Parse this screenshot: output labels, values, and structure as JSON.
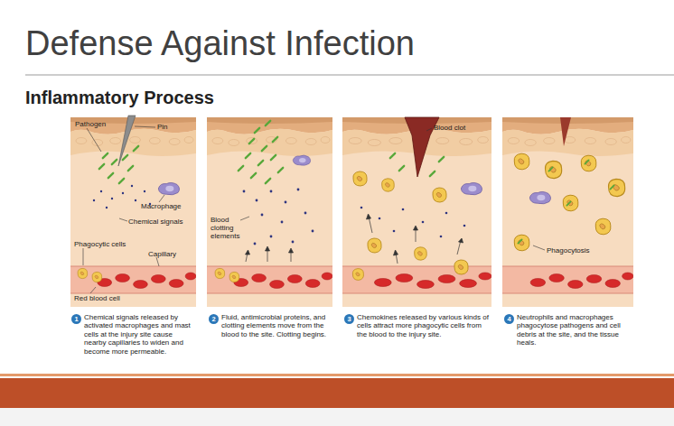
{
  "diagram": {
    "title": "Defense Against Infection",
    "nodes": [
      {
        "text": [
          "1"
        ]
      },
      {
        "text": [
          "2"
        ]
      },
      {
        "text": [
          "3"
        ]
      },
      {
        "text": [
          "4"
        ]
      }
    ],
    "labels": [
      "Inflammatory Process",
      "Pathogen",
      "Pin",
      "Macrophage",
      "Chemical signals",
      "Phagocytic cells",
      "Capillary",
      "Red blood cell",
      "Blood clotting elements",
      "Blood clot",
      "Phagocytosis",
      "Chemical signals released by activated macrophages and mast cells at the injury site cause nearby capillaries to widen and become more permeable.",
      "Fluid, antimicrobial proteins, and clotting elements move from the blood to the site. Clotting begins.",
      "Chemokines released by various kinds of cells attract more phagocytic cells from the blood to the injury site.",
      "Neutrophils and macrophages phagocytose pathogens and cell debris at the site, and the tissue heals."
    ]
  }
}
